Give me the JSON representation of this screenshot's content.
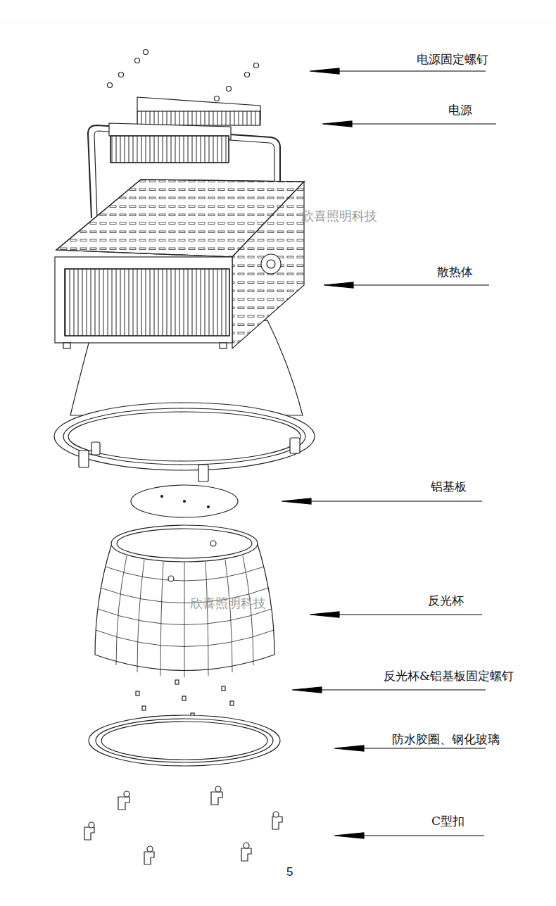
{
  "diagram": {
    "labels": [
      "电源固定螺钉",
      "电源",
      "散热体",
      "铝基板",
      "反光杯",
      "反光杯&铝基板固定螺钉",
      "防水胶圈、钢化玻璃",
      "C型扣",
      "欣喜照明科技",
      "欣喜照明科技",
      "5"
    ]
  }
}
